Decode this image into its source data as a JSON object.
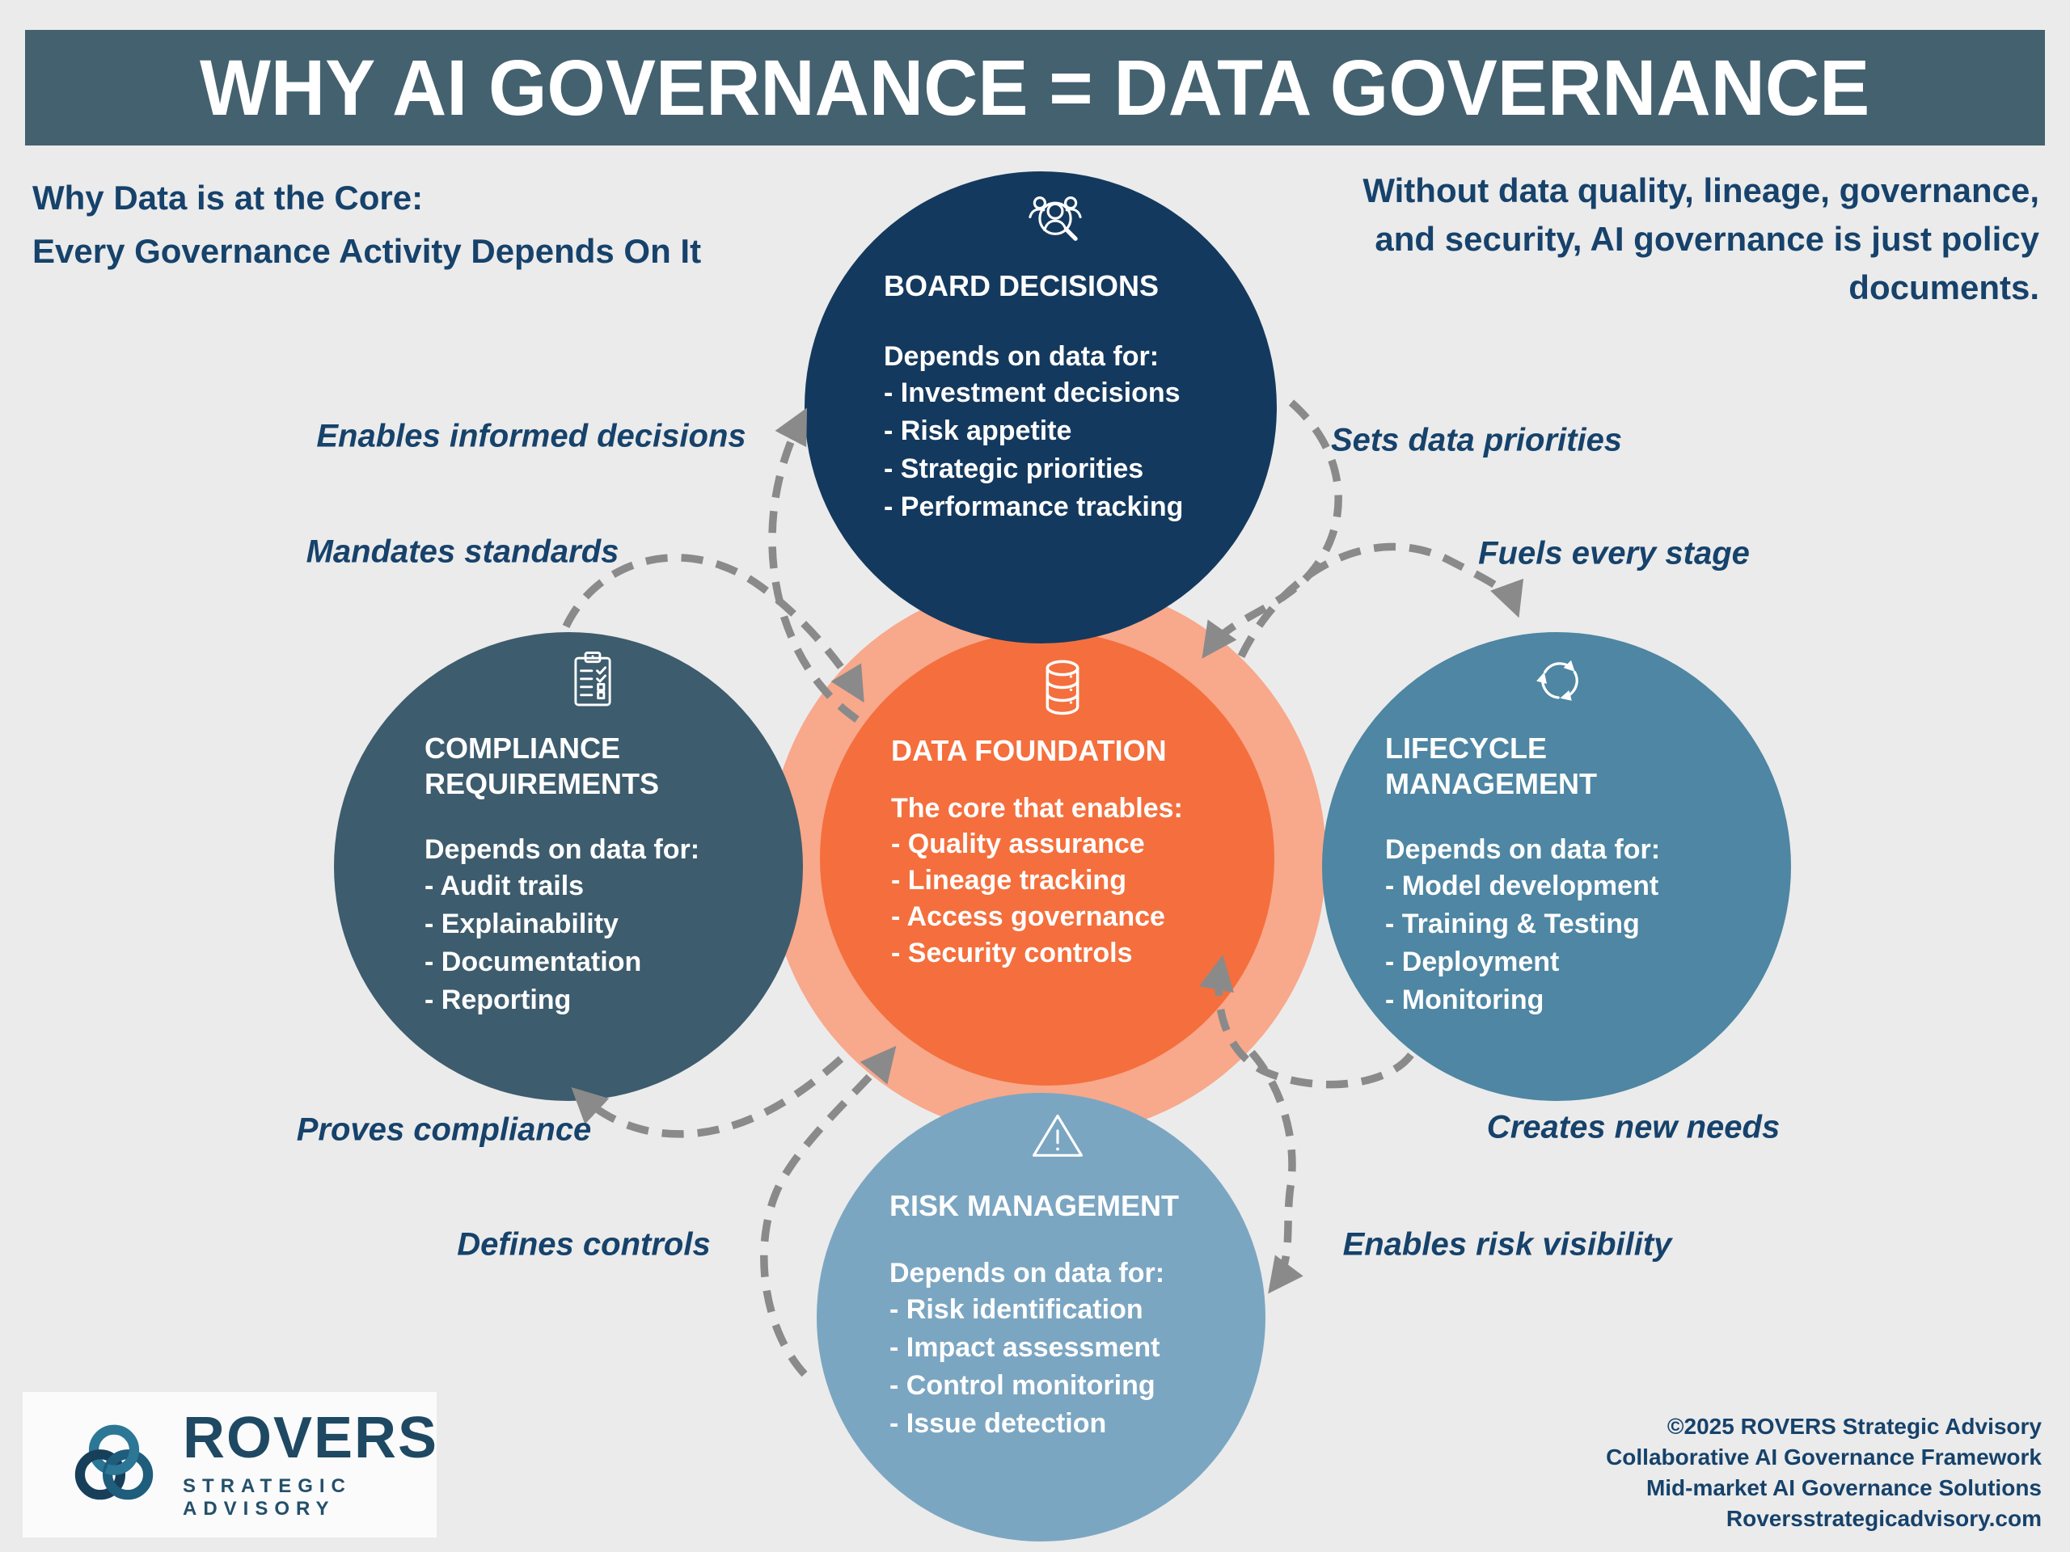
{
  "title": "WHY AI GOVERNANCE = DATA GOVERNANCE",
  "intro_left": {
    "line1": "Why Data is at the Core:",
    "line2": "Every Governance Activity Depends On It"
  },
  "intro_right": {
    "line1": "Without data quality, lineage, governance,",
    "line2": "and security, AI governance is just policy",
    "line3": "documents."
  },
  "center": {
    "icon": "database-icon",
    "title": "DATA FOUNDATION",
    "subtitle": "The core that enables:",
    "items": [
      "Quality assurance",
      "Lineage tracking",
      "Access governance",
      "Security controls"
    ]
  },
  "nodes": {
    "board": {
      "icon": "people-search-icon",
      "title": "BOARD DECISIONS",
      "subtitle": "Depends on data for:",
      "items": [
        "Investment decisions",
        "Risk appetite",
        "Strategic priorities",
        "Performance tracking"
      ]
    },
    "compliance": {
      "icon": "clipboard-checklist-icon",
      "title": "COMPLIANCE REQUIREMENTS",
      "subtitle": "Depends on data for:",
      "items": [
        "Audit trails",
        "Explainability",
        "Documentation",
        "Reporting"
      ]
    },
    "lifecycle": {
      "icon": "cycle-arrows-icon",
      "title": "LIFECYCLE MANAGEMENT",
      "subtitle": "Depends on data for:",
      "items": [
        "Model development",
        "Training & Testing",
        "Deployment",
        "Monitoring"
      ]
    },
    "risk": {
      "icon": "warning-triangle-icon",
      "title": "RISK MANAGEMENT",
      "subtitle": "Depends on data for:",
      "items": [
        "Risk identification",
        "Impact assessment",
        "Control monitoring",
        "Issue detection"
      ]
    }
  },
  "flow_labels": {
    "enables_informed": "Enables informed decisions",
    "sets_priorities": "Sets data priorities",
    "mandates_standards": "Mandates standards",
    "fuels_stage": "Fuels every stage",
    "proves_compliance": "Proves compliance",
    "creates_needs": "Creates new needs",
    "defines_controls": "Defines controls",
    "risk_visibility": "Enables risk visibility"
  },
  "footer": {
    "logo_text": "ROVERS",
    "logo_subtext": "STRATEGIC ADVISORY",
    "credits": [
      "©2025 ROVERS Strategic Advisory",
      "Collaborative AI Governance Framework",
      "Mid-market AI Governance Solutions",
      "Roversstrategicadvisory.com"
    ]
  },
  "colors": {
    "background": "#ebebeb",
    "banner": "#44616f",
    "board_circle": "#14395e",
    "compliance_circle": "#3d5c6e",
    "lifecycle_circle": "#4e86a3",
    "risk_circle": "#7ba6c2",
    "data_core": "#f46f3d",
    "data_halo": "#f8a88b",
    "navy_text": "#16426b",
    "arrow_gray": "#8a8a8a",
    "white": "#ffffff"
  }
}
